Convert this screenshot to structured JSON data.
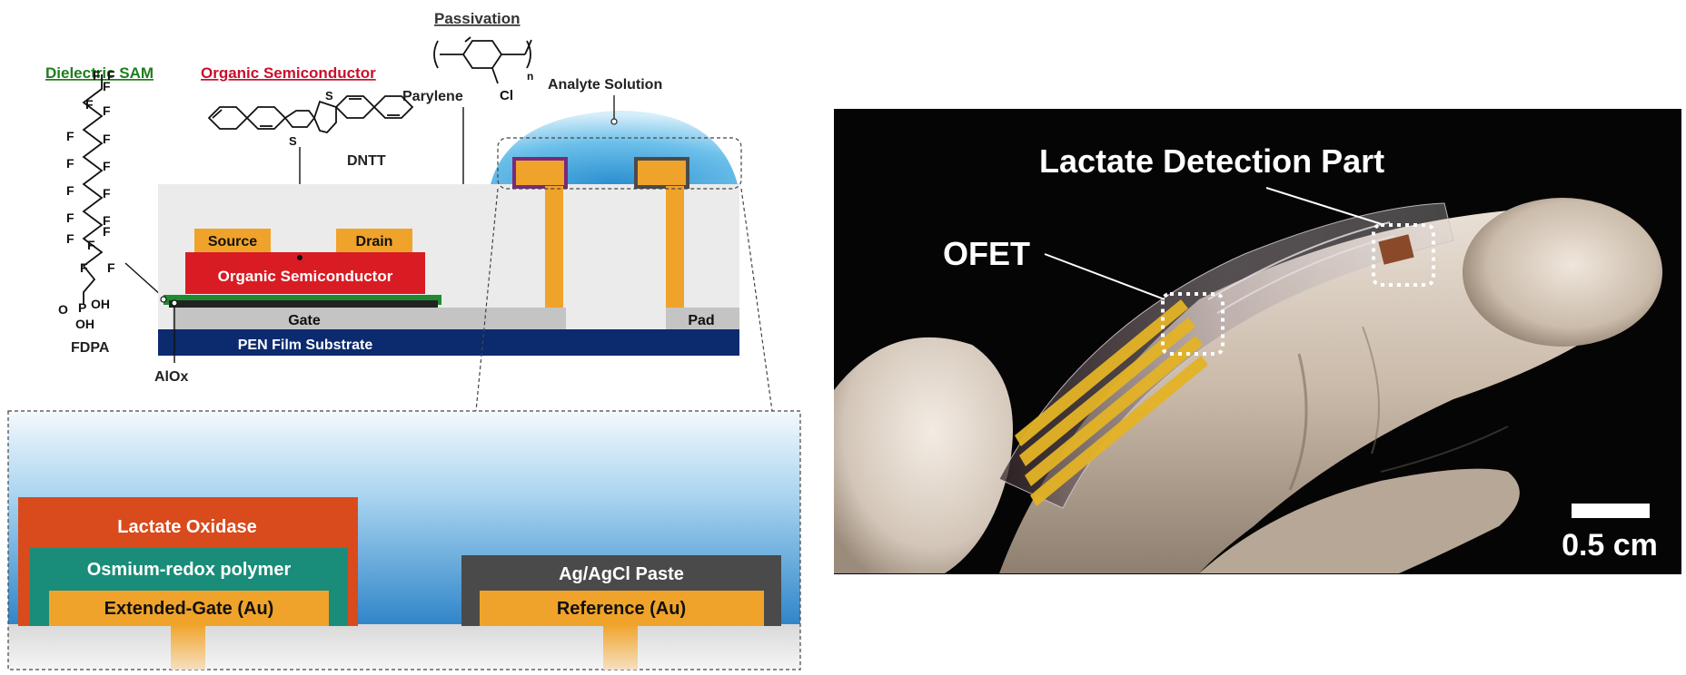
{
  "labels": {
    "dielectric_sam": "Dielectric SAM",
    "organic_semiconductor_title": "Organic Semiconductor",
    "passivation": "Passivation",
    "analyte_solution": "Analyte Solution",
    "parylene": "Parylene",
    "chlorine": "Cl",
    "subscript_n": "n",
    "dntt": "DNTT",
    "fdpa": "FDPA",
    "alox": "AlOx",
    "sulfur": "S",
    "fluorine": "F",
    "phosphorus": "P",
    "oxygen": "O",
    "hydroxyl": "OH"
  },
  "device": {
    "source": "Source",
    "drain": "Drain",
    "organic_semiconductor": "Organic Semiconductor",
    "gate": "Gate",
    "pad": "Pad",
    "substrate": "PEN Film Substrate"
  },
  "detail": {
    "lactate_oxidase": "Lactate Oxidase",
    "osmium_polymer": "Osmium-redox polymer",
    "extended_gate": "Extended-Gate (Au)",
    "ag_agcl": "Ag/AgCl Paste",
    "reference": "Reference (Au)"
  },
  "photo": {
    "lactate_detection": "Lactate Detection Part",
    "ofet": "OFET",
    "scale": "0.5 cm"
  },
  "colors": {
    "gold": "#f0a32a",
    "red": "#d91c24",
    "navy": "#0c2a6e",
    "green": "#1f8a2f",
    "oxidase": "#d94a1c",
    "osmium": "#1a8c7a",
    "reference_cap": "#4a4a4a",
    "dielectric_label": "#1e7d1e",
    "semiconductor_label": "#c8102e",
    "purple_outline": "#7a2a7a"
  }
}
